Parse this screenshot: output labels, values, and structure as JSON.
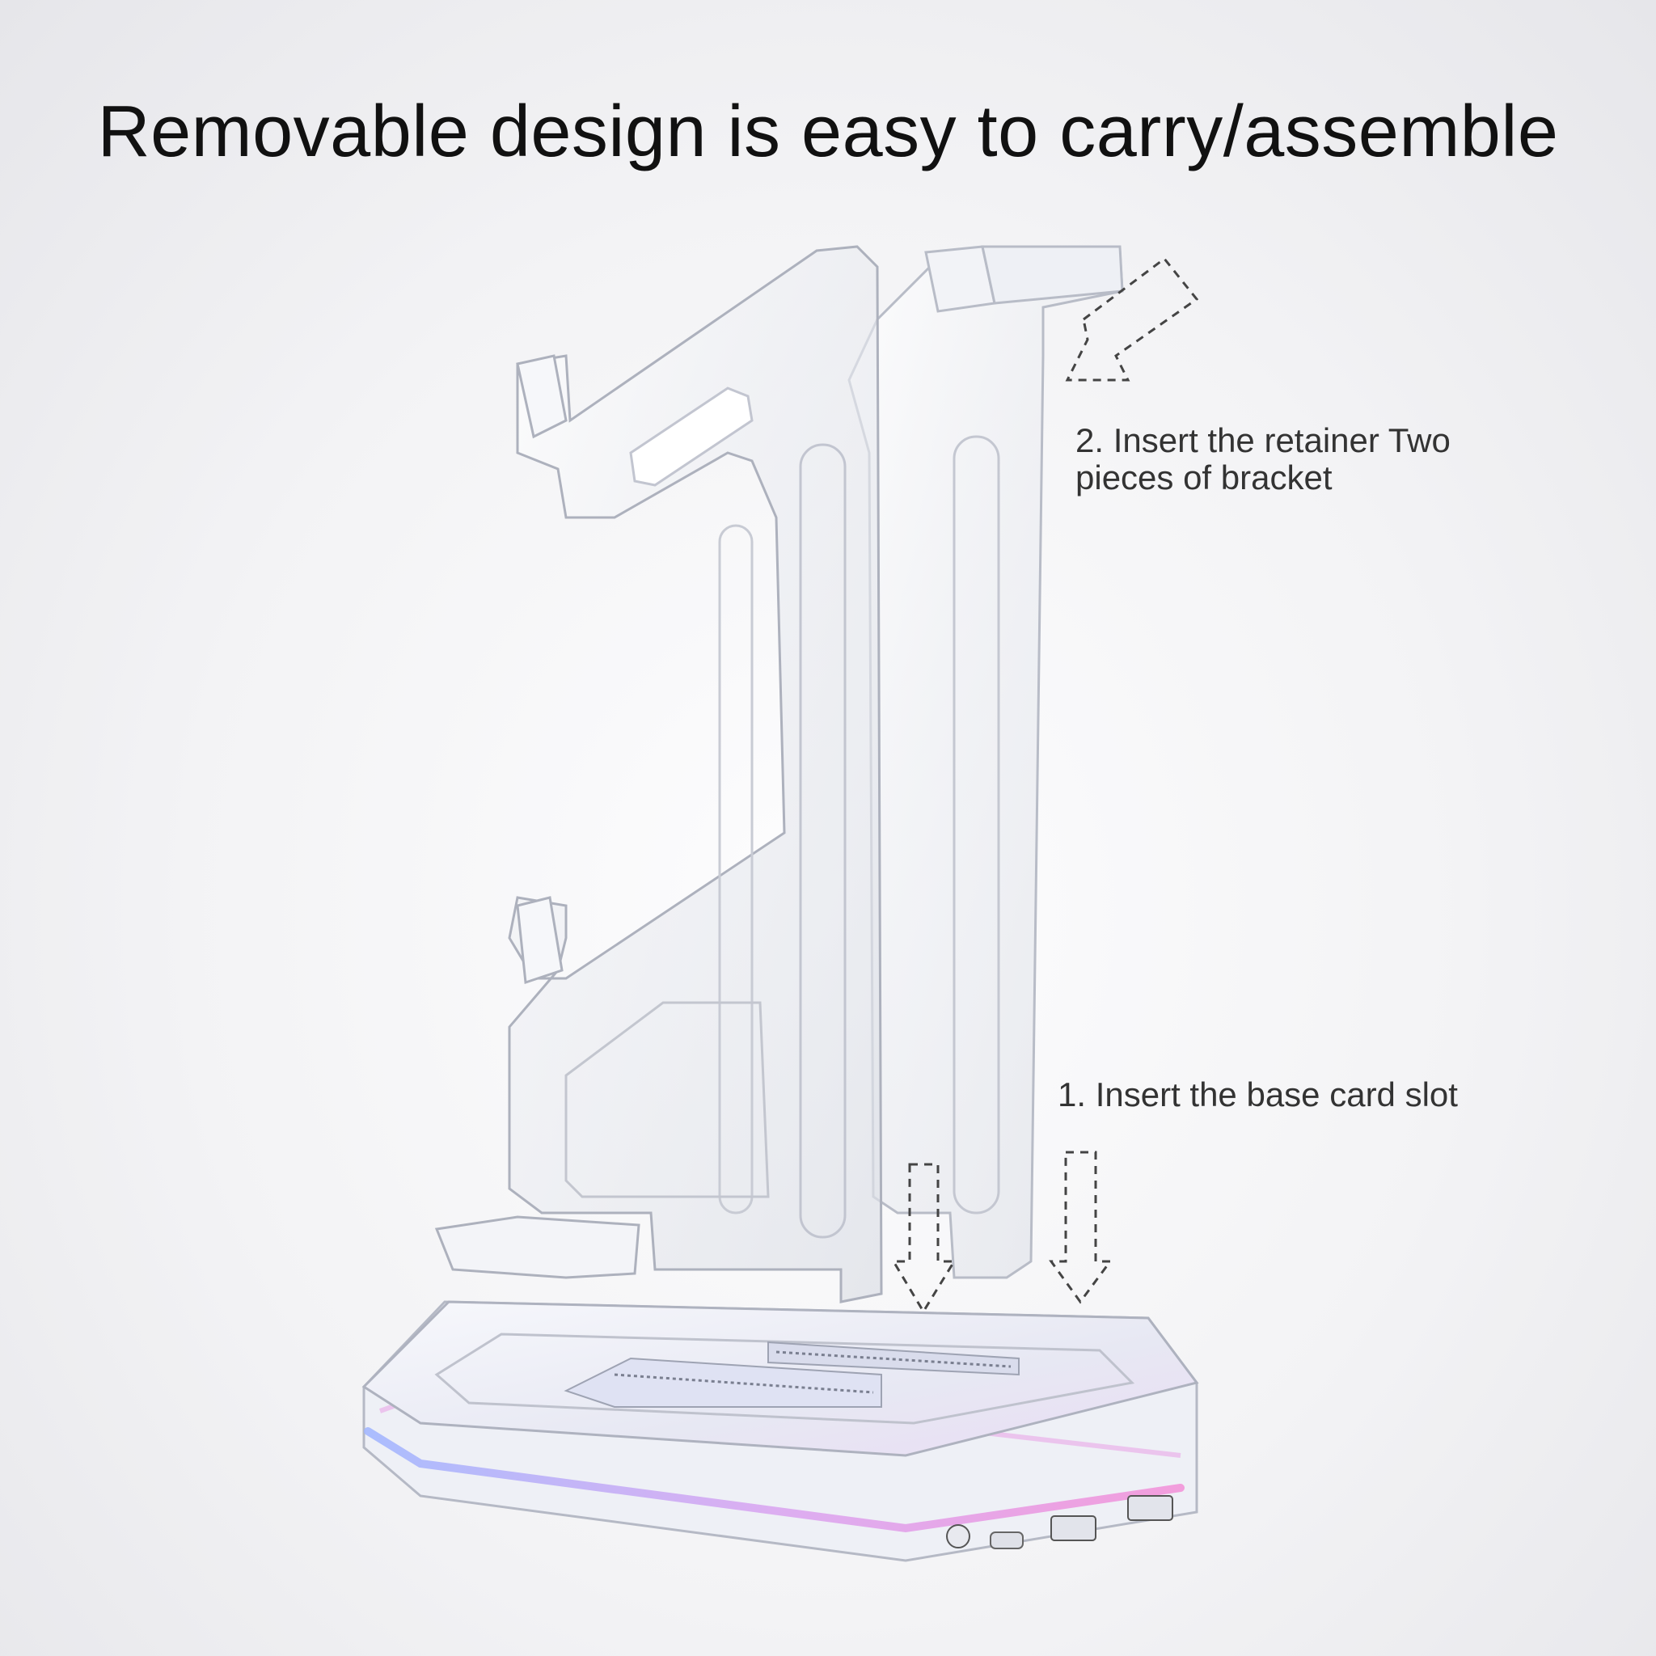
{
  "headline": "Removable design is easy to carry/assemble",
  "callouts": {
    "step_2": "2. Insert the retainer Two pieces of bracket",
    "step_1": "1. Insert the base card slot"
  },
  "colors": {
    "text": "#111111",
    "callout_text": "#333333",
    "acrylic_edge": "#b9bcc6",
    "glow_pink": "#e88de0",
    "glow_blue": "#8fa8ff",
    "arrow": "#444444"
  }
}
